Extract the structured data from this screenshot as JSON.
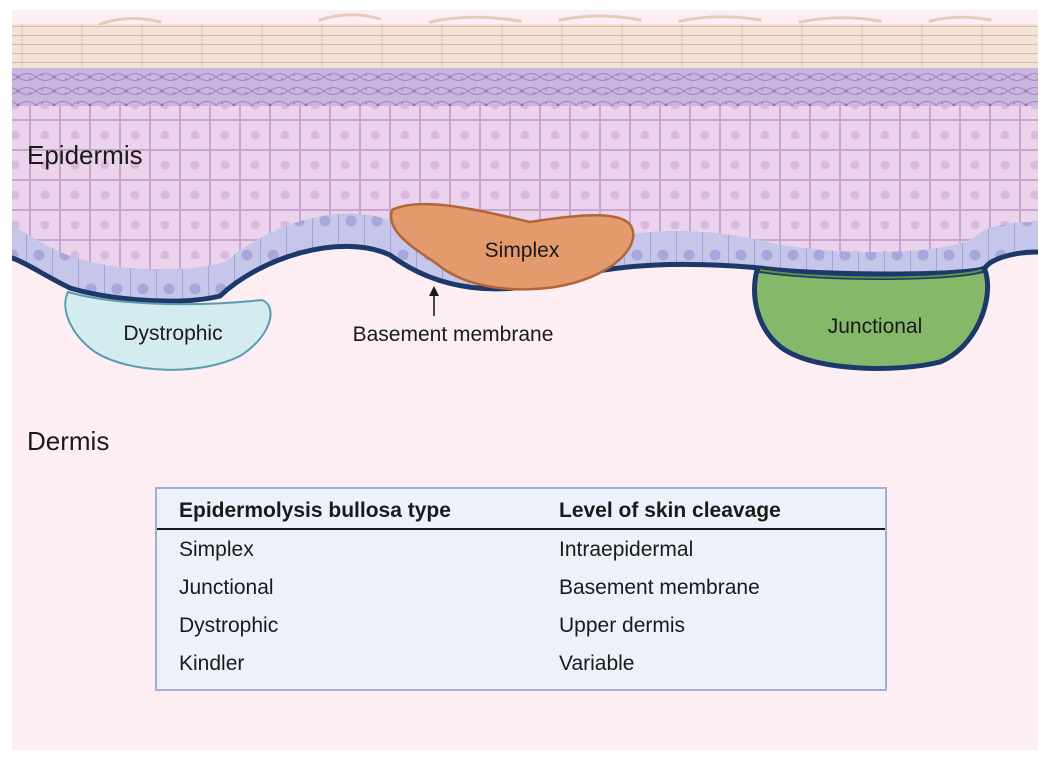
{
  "labels": {
    "epidermis": "Epidermis",
    "dermis": "Dermis",
    "basement_membrane": "Basement membrane"
  },
  "blisters": {
    "dystrophic": "Dystrophic",
    "simplex": "Simplex",
    "junctional": "Junctional"
  },
  "colors": {
    "dermis": "#fdeef3",
    "stratum_corneum": "#f3e3d6",
    "stratum_granulosum": "#c9b5dd",
    "spinous_layer": "#ecd3ec",
    "basal_layer": "#c6c6ea",
    "basement_membrane": "#1b3a6b",
    "simplex_blister": "#e39a6c",
    "junctional_blister": "#86b86a",
    "dystrophic_blister": "#d4ebef",
    "table_background": "#eef1fa"
  },
  "table": {
    "headers": [
      "Epidermolysis bullosa type",
      "Level of skin cleavage"
    ],
    "rows": [
      {
        "type": "Simplex",
        "level": "Intraepidermal"
      },
      {
        "type": "Junctional",
        "level": "Basement membrane"
      },
      {
        "type": "Dystrophic",
        "level": "Upper dermis"
      },
      {
        "type": "Kindler",
        "level": "Variable"
      }
    ]
  }
}
